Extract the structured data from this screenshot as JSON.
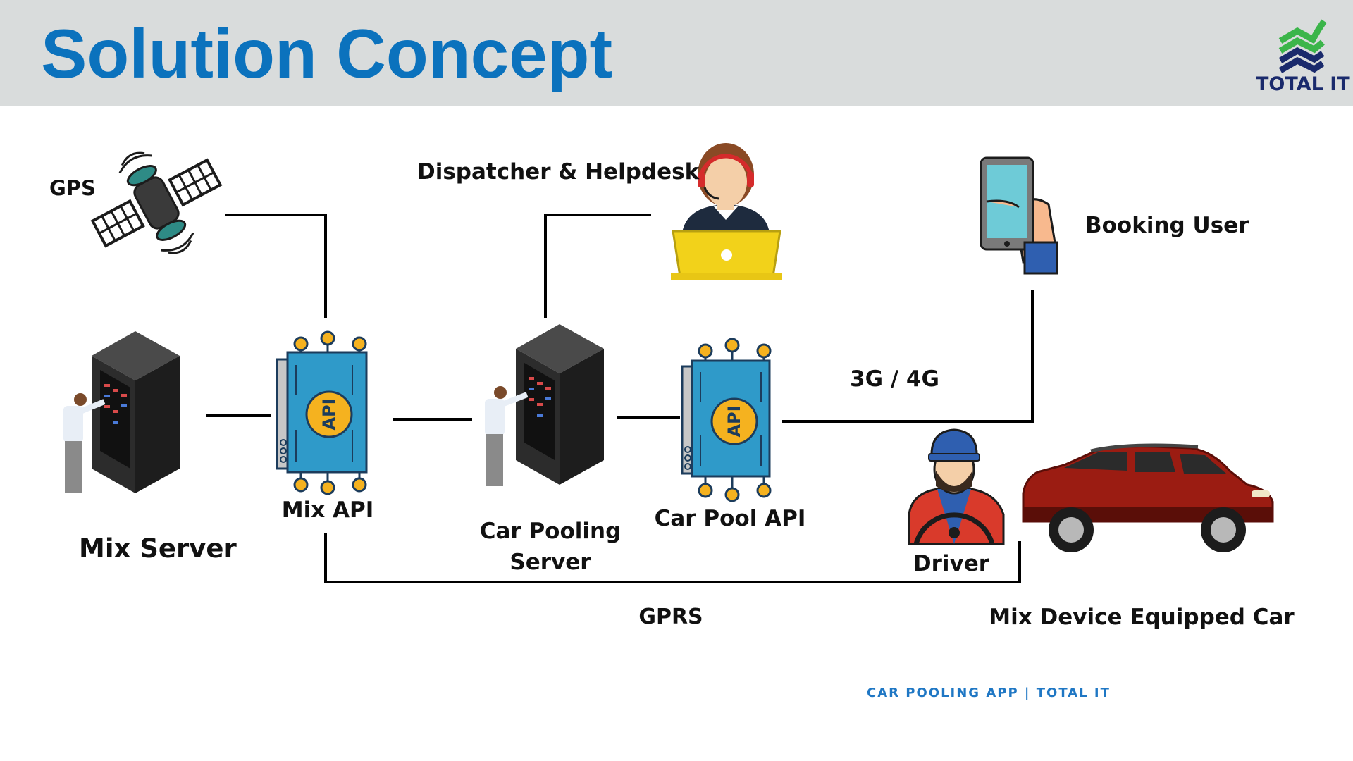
{
  "slide": {
    "title": "Solution Concept",
    "footer": "CAR POOLING APP | TOTAL IT"
  },
  "logo": {
    "text": "TOTAL IT",
    "colors": {
      "green": "#3bb54a",
      "navy": "#1a2a6c"
    }
  },
  "colors": {
    "title": "#0b72bd",
    "header_bg": "#d9dcdc",
    "api_blue": "#2f9ac9",
    "api_gold": "#f5b21f",
    "car_red": "#9b1c12",
    "laptop_yellow": "#f2d21a",
    "footer": "#1f77c4"
  },
  "nodes": {
    "gps": {
      "label": "GPS",
      "icon": "satellite-icon"
    },
    "dispatcher": {
      "label": "Dispatcher & Helpdesk",
      "icon": "helpdesk-operator-icon"
    },
    "booking_user": {
      "label": "Booking User",
      "icon": "smartphone-hand-icon"
    },
    "mix_server": {
      "label": "Mix Server",
      "icon": "server-rack-icon"
    },
    "mix_api": {
      "label": "Mix API",
      "icon": "api-chip-icon",
      "chip_text": "API"
    },
    "car_pooling_server": {
      "label_line1": "Car Pooling",
      "label_line2": "Server",
      "icon": "server-rack-icon"
    },
    "car_pool_api": {
      "label": "Car Pool API",
      "icon": "api-chip-icon",
      "chip_text": "API"
    },
    "driver": {
      "label": "Driver",
      "icon": "driver-icon"
    },
    "car": {
      "label": "Mix Device Equipped Car",
      "icon": "suv-car-icon"
    }
  },
  "links": {
    "mobile": "3G / 4G",
    "gprs": "GPRS"
  }
}
